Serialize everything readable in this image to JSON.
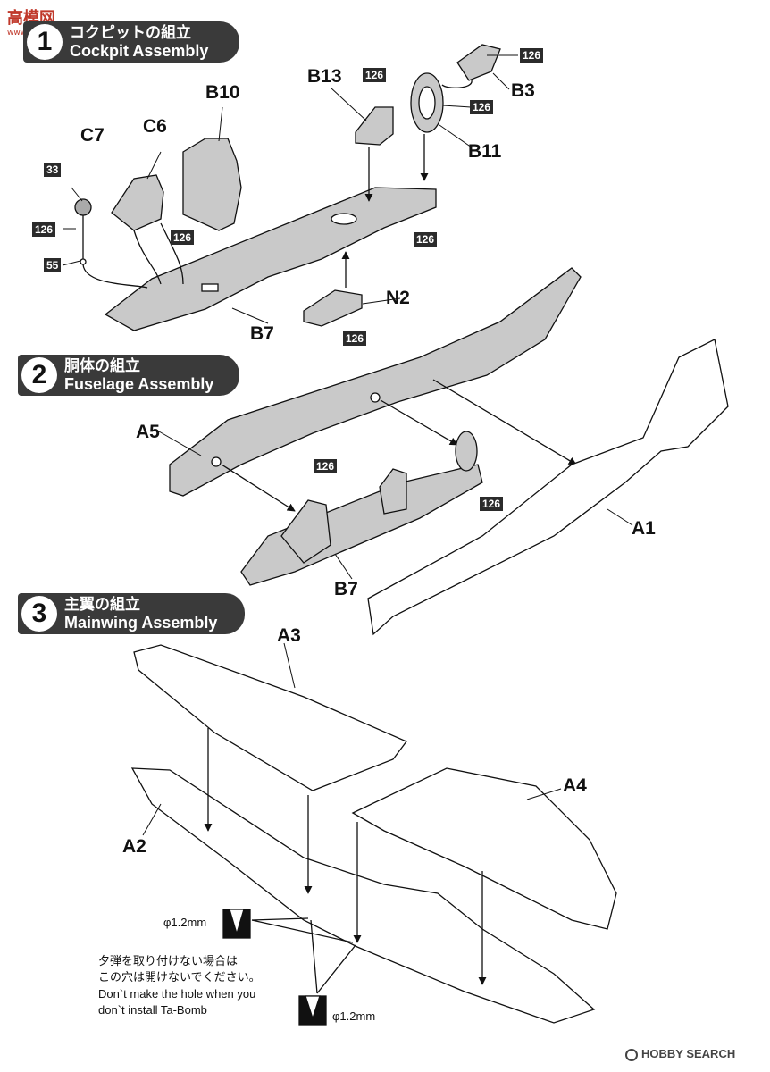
{
  "watermark_top": {
    "logo": "高模网",
    "url": "www.hobbyshare.com"
  },
  "steps": [
    {
      "num": "1",
      "jp": "コクピットの組立",
      "en": "Cockpit Assembly"
    },
    {
      "num": "2",
      "jp": "胴体の組立",
      "en": "Fuselage Assembly"
    },
    {
      "num": "3",
      "jp": "主翼の組立",
      "en": "Mainwing Assembly"
    }
  ],
  "parts": {
    "c7": "C7",
    "c6": "C6",
    "b10": "B10",
    "b13": "B13",
    "b3": "B3",
    "b11": "B11",
    "b7a": "B7",
    "n2": "N2",
    "a5": "A5",
    "a1": "A1",
    "b7b": "B7",
    "a3": "A3",
    "a2": "A2",
    "a4": "A4"
  },
  "paint_codes": {
    "p33": "33",
    "p126_c7": "126",
    "p55": "55",
    "p126_c6": "126",
    "p126_b13": "126",
    "p126_b3": "126",
    "p126_b11": "126",
    "p126_b7": "126",
    "p126_n2": "126",
    "p126_a5": "126",
    "p126_a1": "126"
  },
  "drill": {
    "hole1": "φ1.2mm",
    "hole2": "φ1.2mm"
  },
  "note": {
    "jp1": "夕弾を取り付けない場合は",
    "jp2": "この穴は開けないでください。",
    "en1": "Don`t make the hole when you",
    "en2": "don`t install Ta-Bomb"
  },
  "watermark_bottom": "HOBBY SEARCH",
  "colors": {
    "banner": "#3a3a3a",
    "part_fill": "#c9c9c9",
    "ink": "#111111"
  }
}
